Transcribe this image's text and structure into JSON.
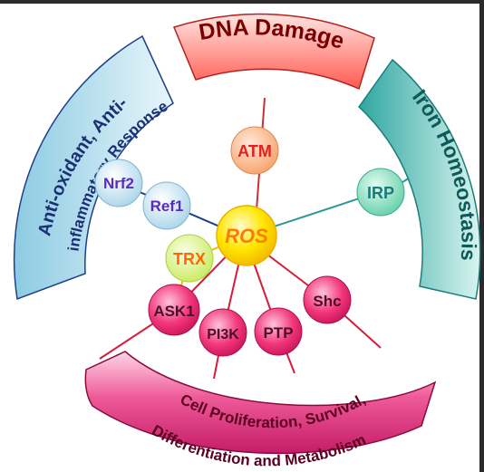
{
  "center": {
    "label": "ROS"
  },
  "bands": {
    "dna_damage": "DNA Damage",
    "iron": "Iron Homeostasis",
    "anti_line1": "Anti-oxidant, Anti-",
    "anti_line2": "inflammatory Response",
    "cell_line1": "Cell Proliferation, Survival,",
    "cell_line2": "Differentiation and Metabolism"
  },
  "nodes": {
    "atm": "ATM",
    "irp": "IRP",
    "nrf2": "Nrf2",
    "ref1": "Ref1",
    "trx": "TRX",
    "ask1": "ASK1",
    "pi3k": "PI3K",
    "ptp": "PTP",
    "shc": "Shc"
  },
  "colors": {
    "background_frame": "#2b2b2b",
    "ros_fill": "#ffe600",
    "ros_text": "#ff7a00",
    "atm_fill": "#ffc49a",
    "atm_text": "#e02020",
    "irp_fill": "#9ee8c8",
    "irp_text": "#1a7a7a",
    "nrf_fill": "#cfe8f4",
    "nrf_text": "#5a2bbf",
    "trx_fill": "#e4f5a8",
    "trx_text": "#ff6a00",
    "pink_fill": "#f2367a",
    "pink_text": "#4a0e2a",
    "dna_band": "#ff6b6b",
    "iron_band": "#5cc4c0",
    "anti_band": "#9bd2e6",
    "cell_band": "#e8408a"
  }
}
